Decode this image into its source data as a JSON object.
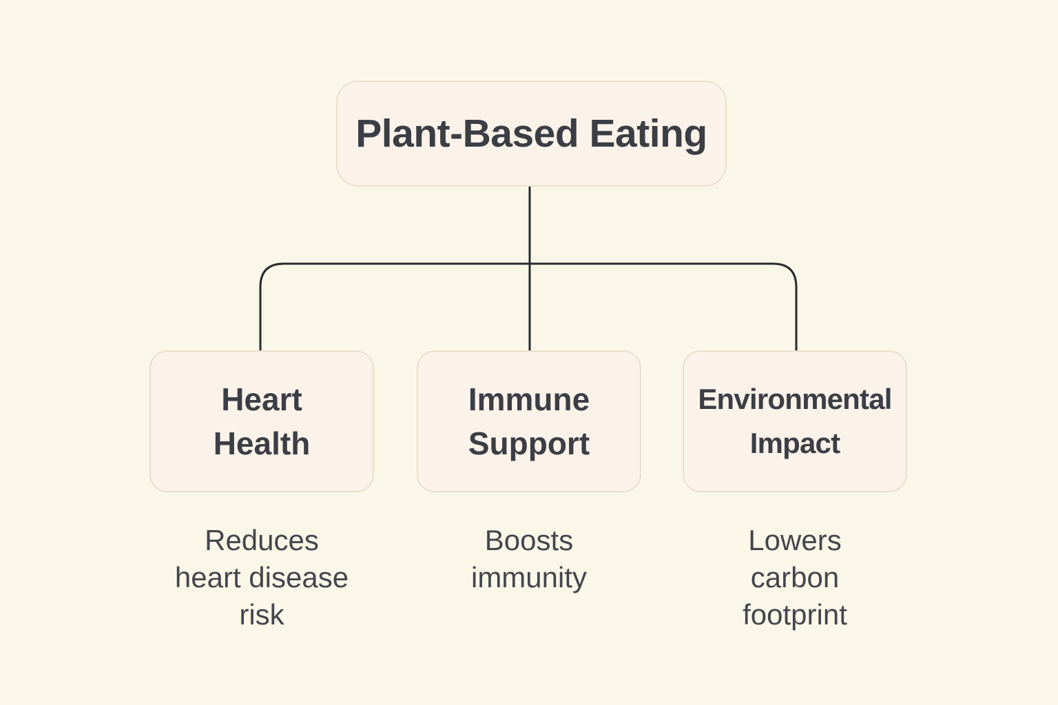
{
  "title": {
    "label": "Plant-Based Eating"
  },
  "nodes": [
    {
      "id": "heart-health",
      "label_lines": [
        "Heart",
        "Health"
      ],
      "desc_lines": [
        "Reduces",
        "heart disease",
        "risk"
      ]
    },
    {
      "id": "immune-support",
      "label_lines": [
        "Immune",
        "Support"
      ],
      "desc_lines": [
        "Boosts",
        "immunity"
      ]
    },
    {
      "id": "environmental-impact",
      "label_lines": [
        "Environmental",
        "Impact"
      ],
      "desc_lines": [
        "Lowers",
        "carbon",
        "footprint"
      ]
    }
  ],
  "colors": {
    "bg": "#faf6e8",
    "node-fill": "#fbf2e9",
    "node-border": "#e8dfcd",
    "connector": "#26292d",
    "heading-text": "#3b3f45",
    "desc-text": "#43474d"
  }
}
